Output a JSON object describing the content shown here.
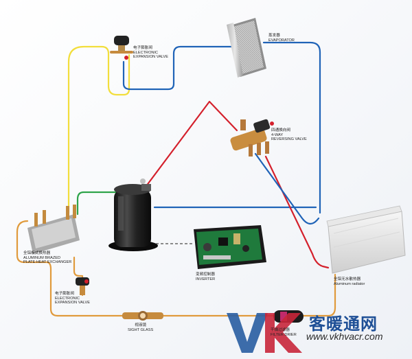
{
  "labels": {
    "evaporator": {
      "cn": "蒸发器",
      "en": "EVAPORATOR"
    },
    "eev_top": {
      "cn": "电子膨胀阀",
      "en1": "ELECTRONIC",
      "en2": "EXPANSION VALVE"
    },
    "reversing_valve": {
      "cn": "四通换向阀",
      "en1": "4-WAY",
      "en2": "REVERSING VALVE"
    },
    "heat_exchanger": {
      "cn": "全铝板式换热器",
      "en1": "ALUMINUM BRAZED",
      "en2": "PLATE HEAT EXCHANGER"
    },
    "inverter": {
      "cn": "变频控制器",
      "en": "INVERTER"
    },
    "radiator": {
      "cn": "全铝无水散热器",
      "en": "Aluminum radiator"
    },
    "eev_bottom": {
      "cn": "电子膨胀阀",
      "en1": "ELECTRONIC",
      "en2": "EXPANSION VALVE"
    },
    "sight_glass": {
      "cn": "视液镜",
      "en": "SIGHT GLASS"
    },
    "filter_drier": {
      "cn": "干燥过滤器",
      "en": "FILTER DRIER"
    }
  },
  "watermark": {
    "brand_cn": "客暖通网",
    "url": "www.vkhvacr.com"
  },
  "colors": {
    "red": "#d4202c",
    "blue": "#1f63b7",
    "yellow": "#f2de3c",
    "green": "#2ea44a",
    "orange": "#e09a3c",
    "gray_dash": "#8a8a8a"
  }
}
